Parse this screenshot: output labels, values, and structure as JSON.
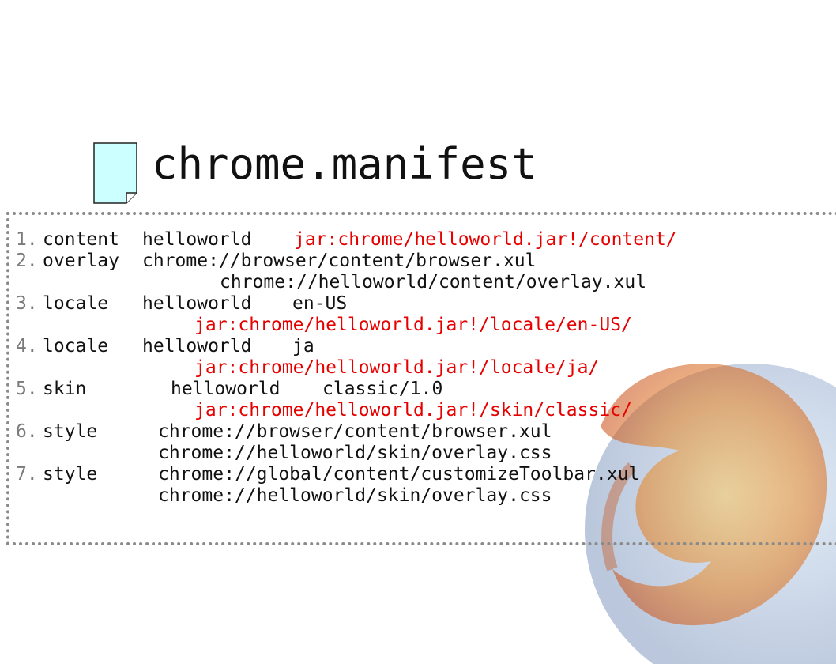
{
  "title": "chrome.manifest",
  "colors": {
    "highlight": "#e60000",
    "line_number": "#7a7a7a",
    "text": "#111111",
    "doc_icon": "#ccffff"
  },
  "lines": [
    {
      "num": "1.",
      "parts": [
        "content",
        "helloworld",
        "jar:chrome/helloworld.jar!/content/"
      ]
    },
    {
      "num": "2.",
      "parts": [
        "overlay",
        "chrome://browser/content/browser.xul"
      ]
    },
    {
      "num": "",
      "parts": [
        "chrome://helloworld/content/overlay.xul"
      ]
    },
    {
      "num": "3.",
      "parts": [
        "locale",
        "helloworld",
        "en-US"
      ]
    },
    {
      "num": "",
      "parts": [
        "jar:chrome/helloworld.jar!/locale/en-US/"
      ]
    },
    {
      "num": "4.",
      "parts": [
        "locale",
        "helloworld",
        "ja"
      ]
    },
    {
      "num": "",
      "parts": [
        "jar:chrome/helloworld.jar!/locale/ja/"
      ]
    },
    {
      "num": "5.",
      "parts": [
        "skin",
        "helloworld",
        "classic/1.0"
      ]
    },
    {
      "num": "",
      "parts": [
        "jar:chrome/helloworld.jar!/skin/classic/"
      ]
    },
    {
      "num": "6.",
      "parts": [
        "style",
        "chrome://browser/content/browser.xul"
      ]
    },
    {
      "num": "",
      "parts": [
        "chrome://helloworld/skin/overlay.css"
      ]
    },
    {
      "num": "7.",
      "parts": [
        "style",
        "chrome://global/content/customizeToolbar.xul"
      ]
    },
    {
      "num": "",
      "parts": [
        "chrome://helloworld/skin/overlay.css"
      ]
    }
  ]
}
